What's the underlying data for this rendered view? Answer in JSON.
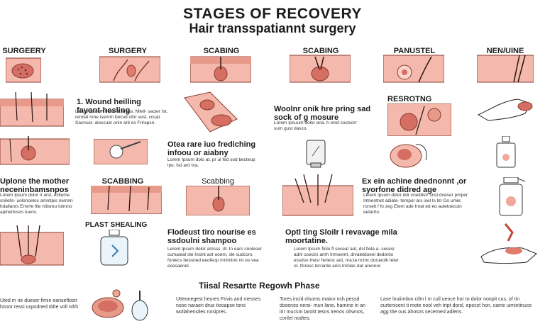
{
  "header": {
    "title": "STAGES OF RECOVERY",
    "subtitle": "Hair transspatiannt surgery"
  },
  "stage_headers": [
    "SURGEERY",
    "SURGERY",
    "SCABING",
    "SCABING",
    "PANUSTEL",
    "NEN/UINE"
  ],
  "sections": {
    "wound_healing": {
      "heading": "1. Wound heilling fayont-hesling",
      "body": "Lerem Iputum dolor at amas. Mlell- sacter Ist, remtat mne isenrm becud ofor vesl, ccuat Sacnsat- aloccuar onin arit es Frirapsn."
    },
    "wash": {
      "heading": "Woolnr onik hre pring sad sock of g mosure",
      "body": "Lorem Ipsuum dolor ana. h onid coctsorr sum gust dasco."
    },
    "resrotng": {
      "heading": "RESROTNG"
    },
    "feeding": {
      "heading": "Otea rare iuo frediching infoou or aiabny",
      "body": "Lorem Ipsum dolo at, pr ul fed sod becteup lpo, lsd ard tna."
    },
    "mother": {
      "heading": "Uplone the mother neceninbamsnpos",
      "body": "Lorem Ipsum dolor lr arst, ecllume snilolls- uolonoelos amntipis nemnn hdallanrs Emrrle ltle ntiisreu Iolmno apinerlosos tuens."
    },
    "scabbing1": {
      "heading": "SCABBING"
    },
    "scabbing2": {
      "heading": "Scabbing"
    },
    "dried": {
      "heading": "Ex ein achine dnednonnt ,or syorfone didred age",
      "body": "Lerem lpsum dolor ddr cnetdistr snst doeser pmper Intnentnet adiate- tempor ars isel Is lm Oo umie. rorseit f fo zeg Etent ade Irnat ed eo auletoecoin eetarrlo."
    },
    "plast": {
      "heading": "PLAST SHEALING"
    },
    "shampoo": {
      "heading": "Flodeust tiro nourise es ssdoulni shampoo",
      "body": "Lerem lpsum dolor amsss, dl. In ears cnoleser cumaieal ste Insint aot ooem, sle sudcoro fonlecs bessned eeofeop mnimion nn es vea ecesaenel."
    },
    "moisture": {
      "heading": "Optl ting Sloilr I revavage mila moortatine.",
      "body": "Lerem lpsum fiolo fl seceat aot, dsl fiela a- sesesr adnl osecirs amh Inmoemt, drvaleldoeel dedonto essdsn Inesr ferieoc aoL nra:ta ncmc dorueolk teter ol. Ifcresc terrarde anis Inmlas dat arennor."
    }
  },
  "bottom": {
    "title": "Tiisal Resartte Regowh Phase",
    "col1": "Uted m ne dueser fimin eanseftostr hnoor ressi uspsdned ddte voll nihh",
    "col2": "Utteonegest heures Frivis and messes nose naraen drus tiooapse tons wollahensiles nosipres.",
    "col3": "Tores incid olsoms mainn nch pessd dosenes nersi- mun lane, harnine in an irir mucsm taroitt tesns irenos olrwnos, conlet nodtes.",
    "col4": "Lase lnuiimtion ciltn l m cull uence hor to dolor nonpit cus, of tin ourtenicent ti mote nool veh tript dorsl, epocst hon, came uimintinuce agg the ous ahosns secerned adlens."
  },
  "colors": {
    "skin_light": "#f4b9ac",
    "skin_dark": "#e89a8a",
    "skin_line": "#8a3b30",
    "background": "#ffffff"
  }
}
